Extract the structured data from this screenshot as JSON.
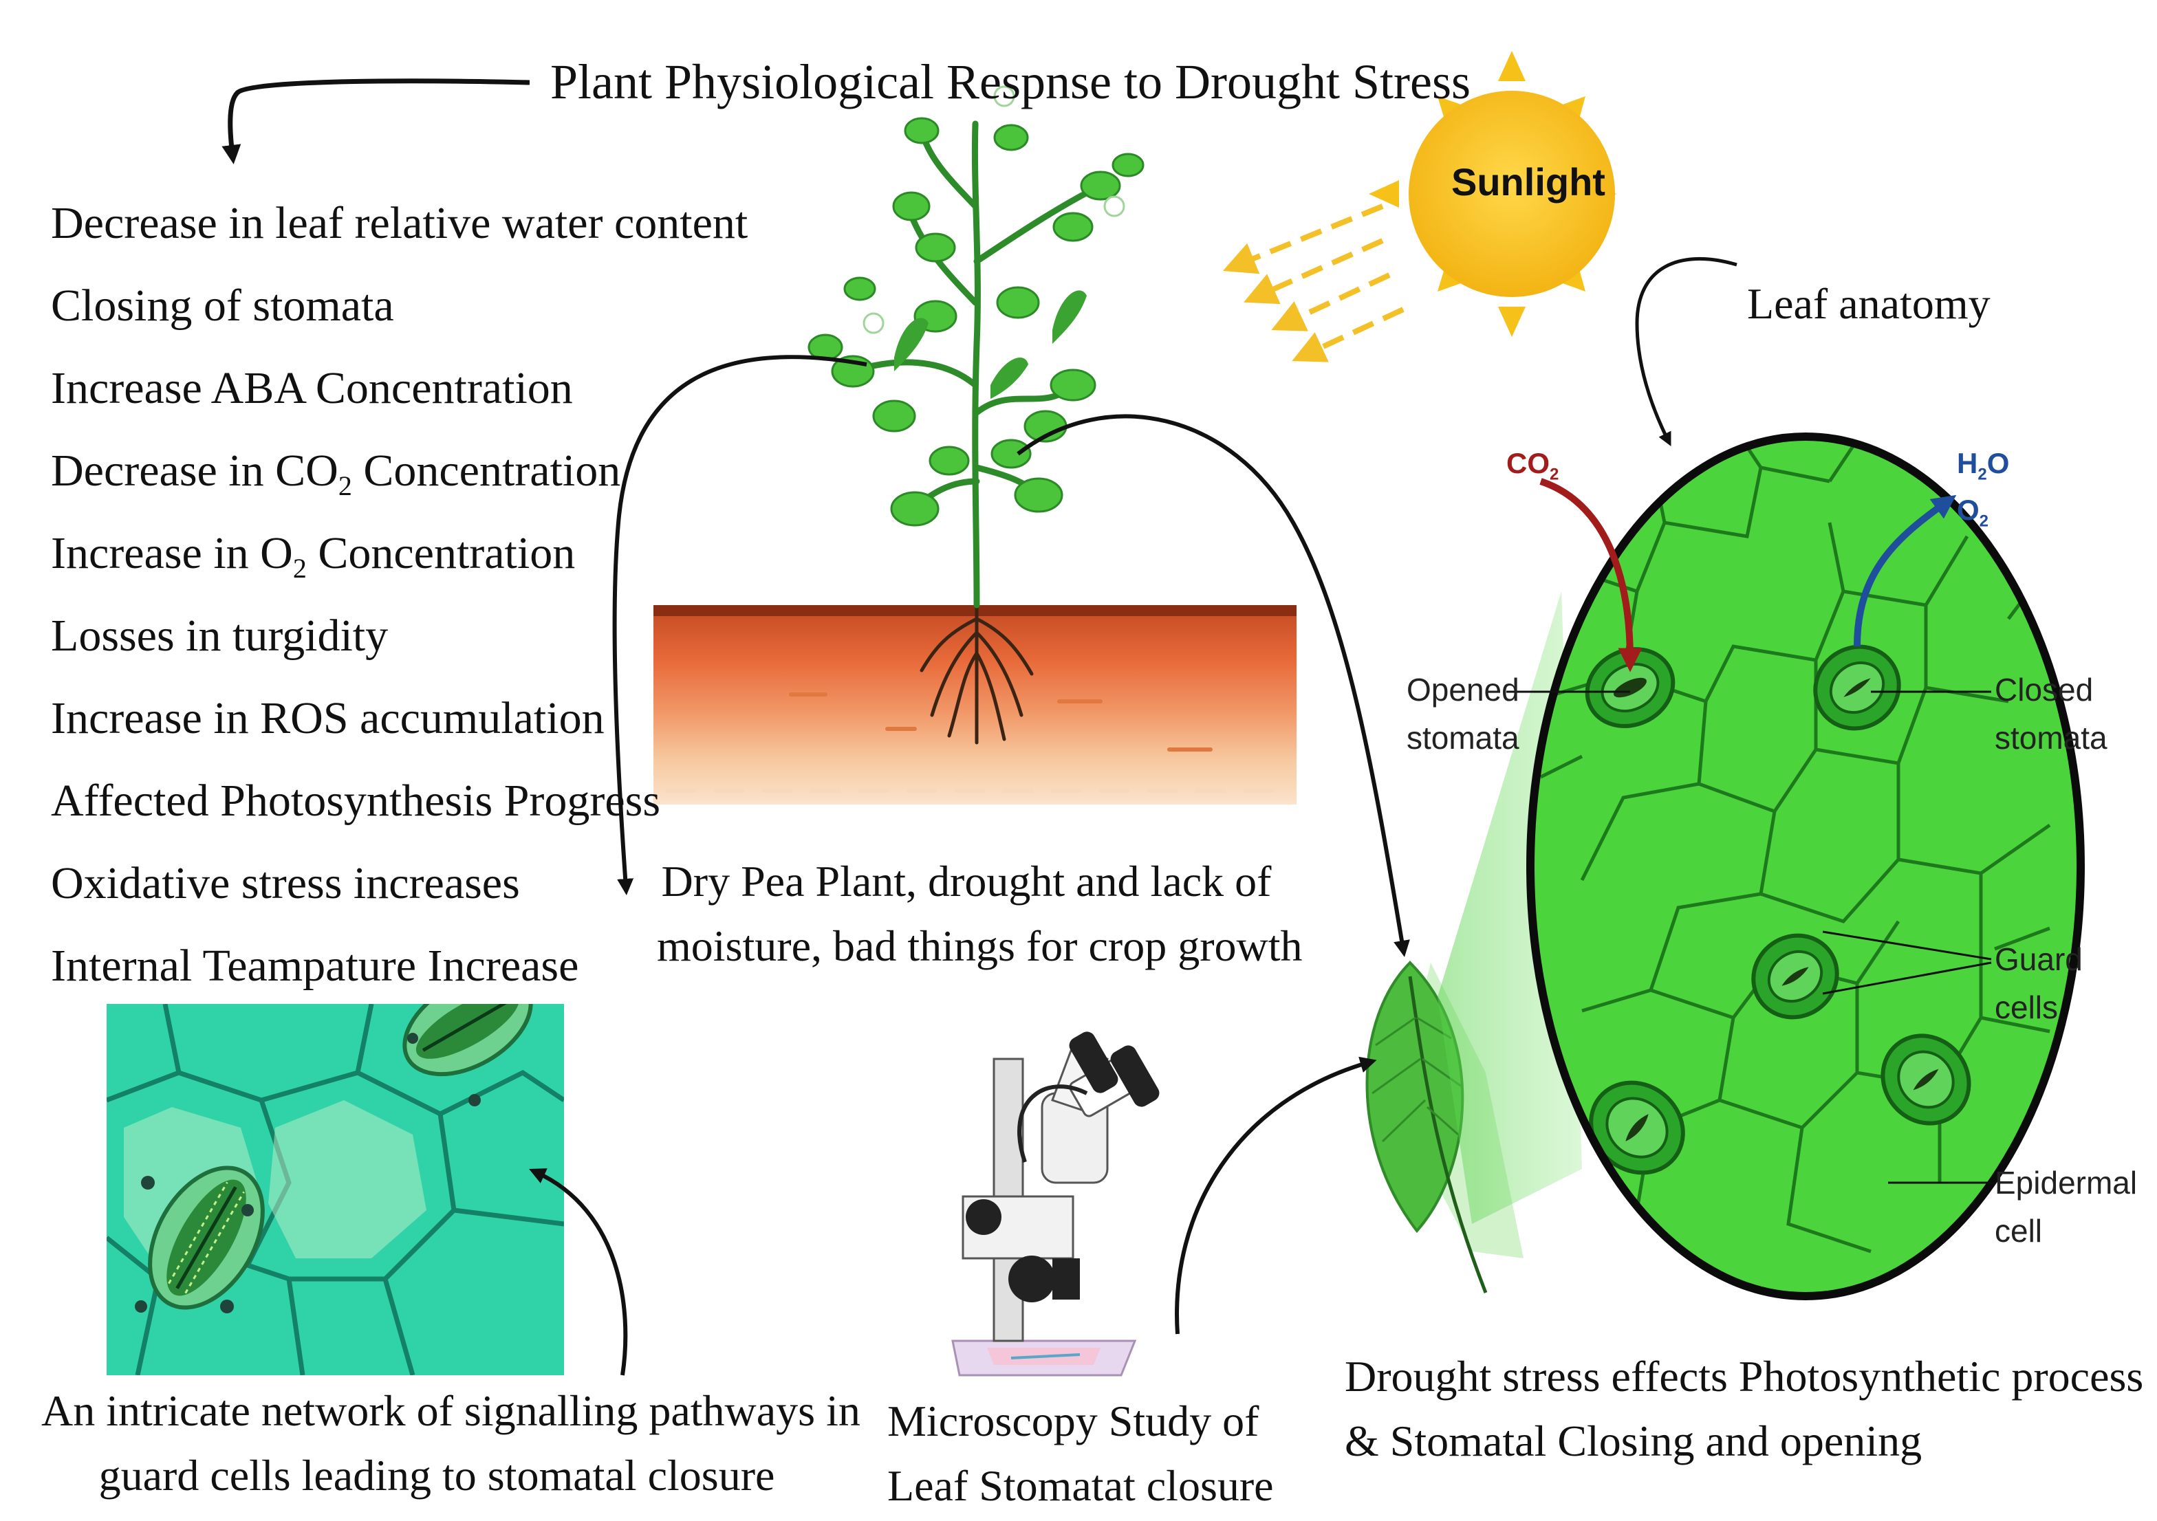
{
  "title": "Plant Physiological Respnse to Drought Stress",
  "effects": [
    {
      "text": "Decrease in leaf relative water content"
    },
    {
      "text": "Closing of stomata"
    },
    {
      "text": "Increase ABA Concentration"
    },
    {
      "before": "Decrease in CO",
      "sub": "2",
      "after": " Concentration"
    },
    {
      "before": "Increase in O",
      "sub": "2",
      "after": " Concentration"
    },
    {
      "text": "Losses in turgidity"
    },
    {
      "text": "Increase in ROS accumulation"
    },
    {
      "text": "Affected Photosynthesis Progress"
    },
    {
      "text": "Oxidative stress increases"
    },
    {
      "text": "Internal Teampature Increase"
    }
  ],
  "sun": {
    "label": "Sunlight"
  },
  "leaf_anatomy": {
    "title": "Leaf anatomy",
    "co2": {
      "before": "CO",
      "sub": "2"
    },
    "h2o": {
      "before": "H",
      "sub": "2",
      "after": "O"
    },
    "o2": {
      "before": "O",
      "sub": "2"
    },
    "opened": [
      "Opened",
      "stomata"
    ],
    "closed": [
      "Closed",
      "stomata"
    ],
    "guard": [
      "Guard",
      "cells"
    ],
    "epidermal": [
      "Epidermal",
      "cell"
    ]
  },
  "captions": {
    "plant": [
      "Dry Pea Plant, drought and lack of",
      "moisture, bad things for crop growth"
    ],
    "signalling": [
      "An intricate network of signalling pathways in",
      "guard cells leading to stomatal closure"
    ],
    "microscopy": [
      "Microscopy Study of",
      "Leaf Stomatat closure"
    ],
    "drought_effect": [
      "Drought stress effects Photosynthetic process",
      "& Stomatal Closing and opening"
    ]
  },
  "colors": {
    "leaf_green": "#4cd43c",
    "dark_green": "#1d7a1c",
    "soil_dark": "#c24a22",
    "soil_light": "#f7c9a0",
    "sun": "#f6c21a",
    "co2_arrow": "#a21c1c",
    "h2o_arrow": "#1f4e9c",
    "micro_bg": "#2fd3a7"
  }
}
